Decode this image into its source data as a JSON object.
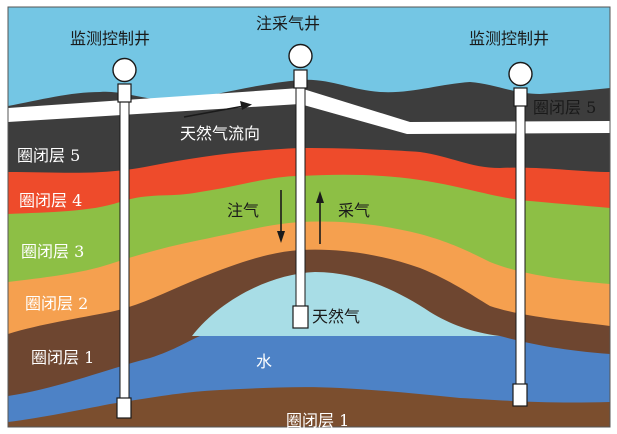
{
  "wells": {
    "left_title": "监测控制井",
    "center_title": "注采气井",
    "right_title": "监测控制井"
  },
  "layers": {
    "cap_rock_5_right": "圈闭层 5",
    "cap_rock_5_left": "圈闭层 5",
    "cap_rock_4": "圈闭层 4",
    "cap_rock_3": "圈闭层 3",
    "cap_rock_2": "圈闭层 2",
    "cap_rock_1_left": "圈闭层 1",
    "cap_rock_1_bottom": "圈闭层 1"
  },
  "flow": {
    "gas_flow_direction": "天然气流向",
    "injection": "注气",
    "production": "采气"
  },
  "zones": {
    "natural_gas": "天然气",
    "water": "水"
  },
  "colors": {
    "sky": "#74c6e4",
    "layer5": "#3d3d3d",
    "layer4": "#ee4b2b",
    "layer3": "#8dbf45",
    "layer2": "#f5a04f",
    "layer1": "#6e4630",
    "water": "#4d82c6",
    "gas": "#a8dde6",
    "bottom": "#7b4e2e"
  }
}
